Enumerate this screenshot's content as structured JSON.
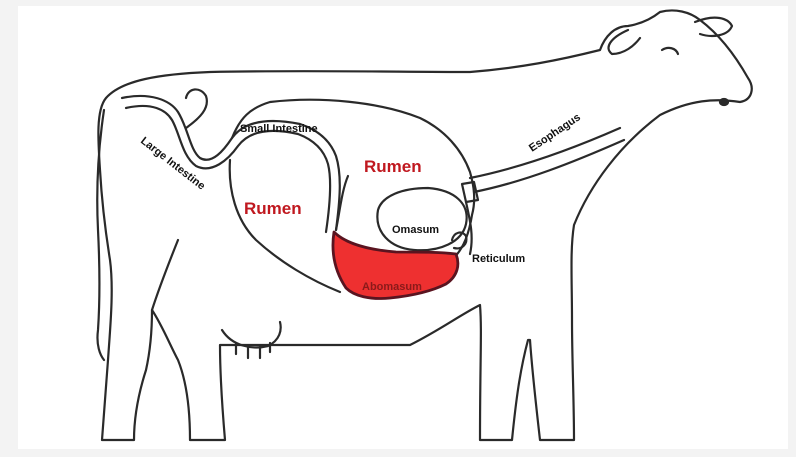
{
  "labels": {
    "small_intestine": "Small Intestine",
    "large_intestine": "Large Intestine",
    "rumen_left": "Rumen",
    "rumen_upper": "Rumen",
    "omasum": "Omasum",
    "abomasum": "Abomasum",
    "reticulum": "Reticulum",
    "esophagus": "Esophagus"
  },
  "colors": {
    "outline": "#2a2a2a",
    "rumen_label": "#c0181f",
    "abomasum_fill": "#ee3030",
    "abomasum_stroke": "#5a1420",
    "abomasum_label": "#8a1a1a",
    "background": "#ffffff",
    "frame": "#f3f3f3"
  },
  "highlighted_organ": "abomasum"
}
